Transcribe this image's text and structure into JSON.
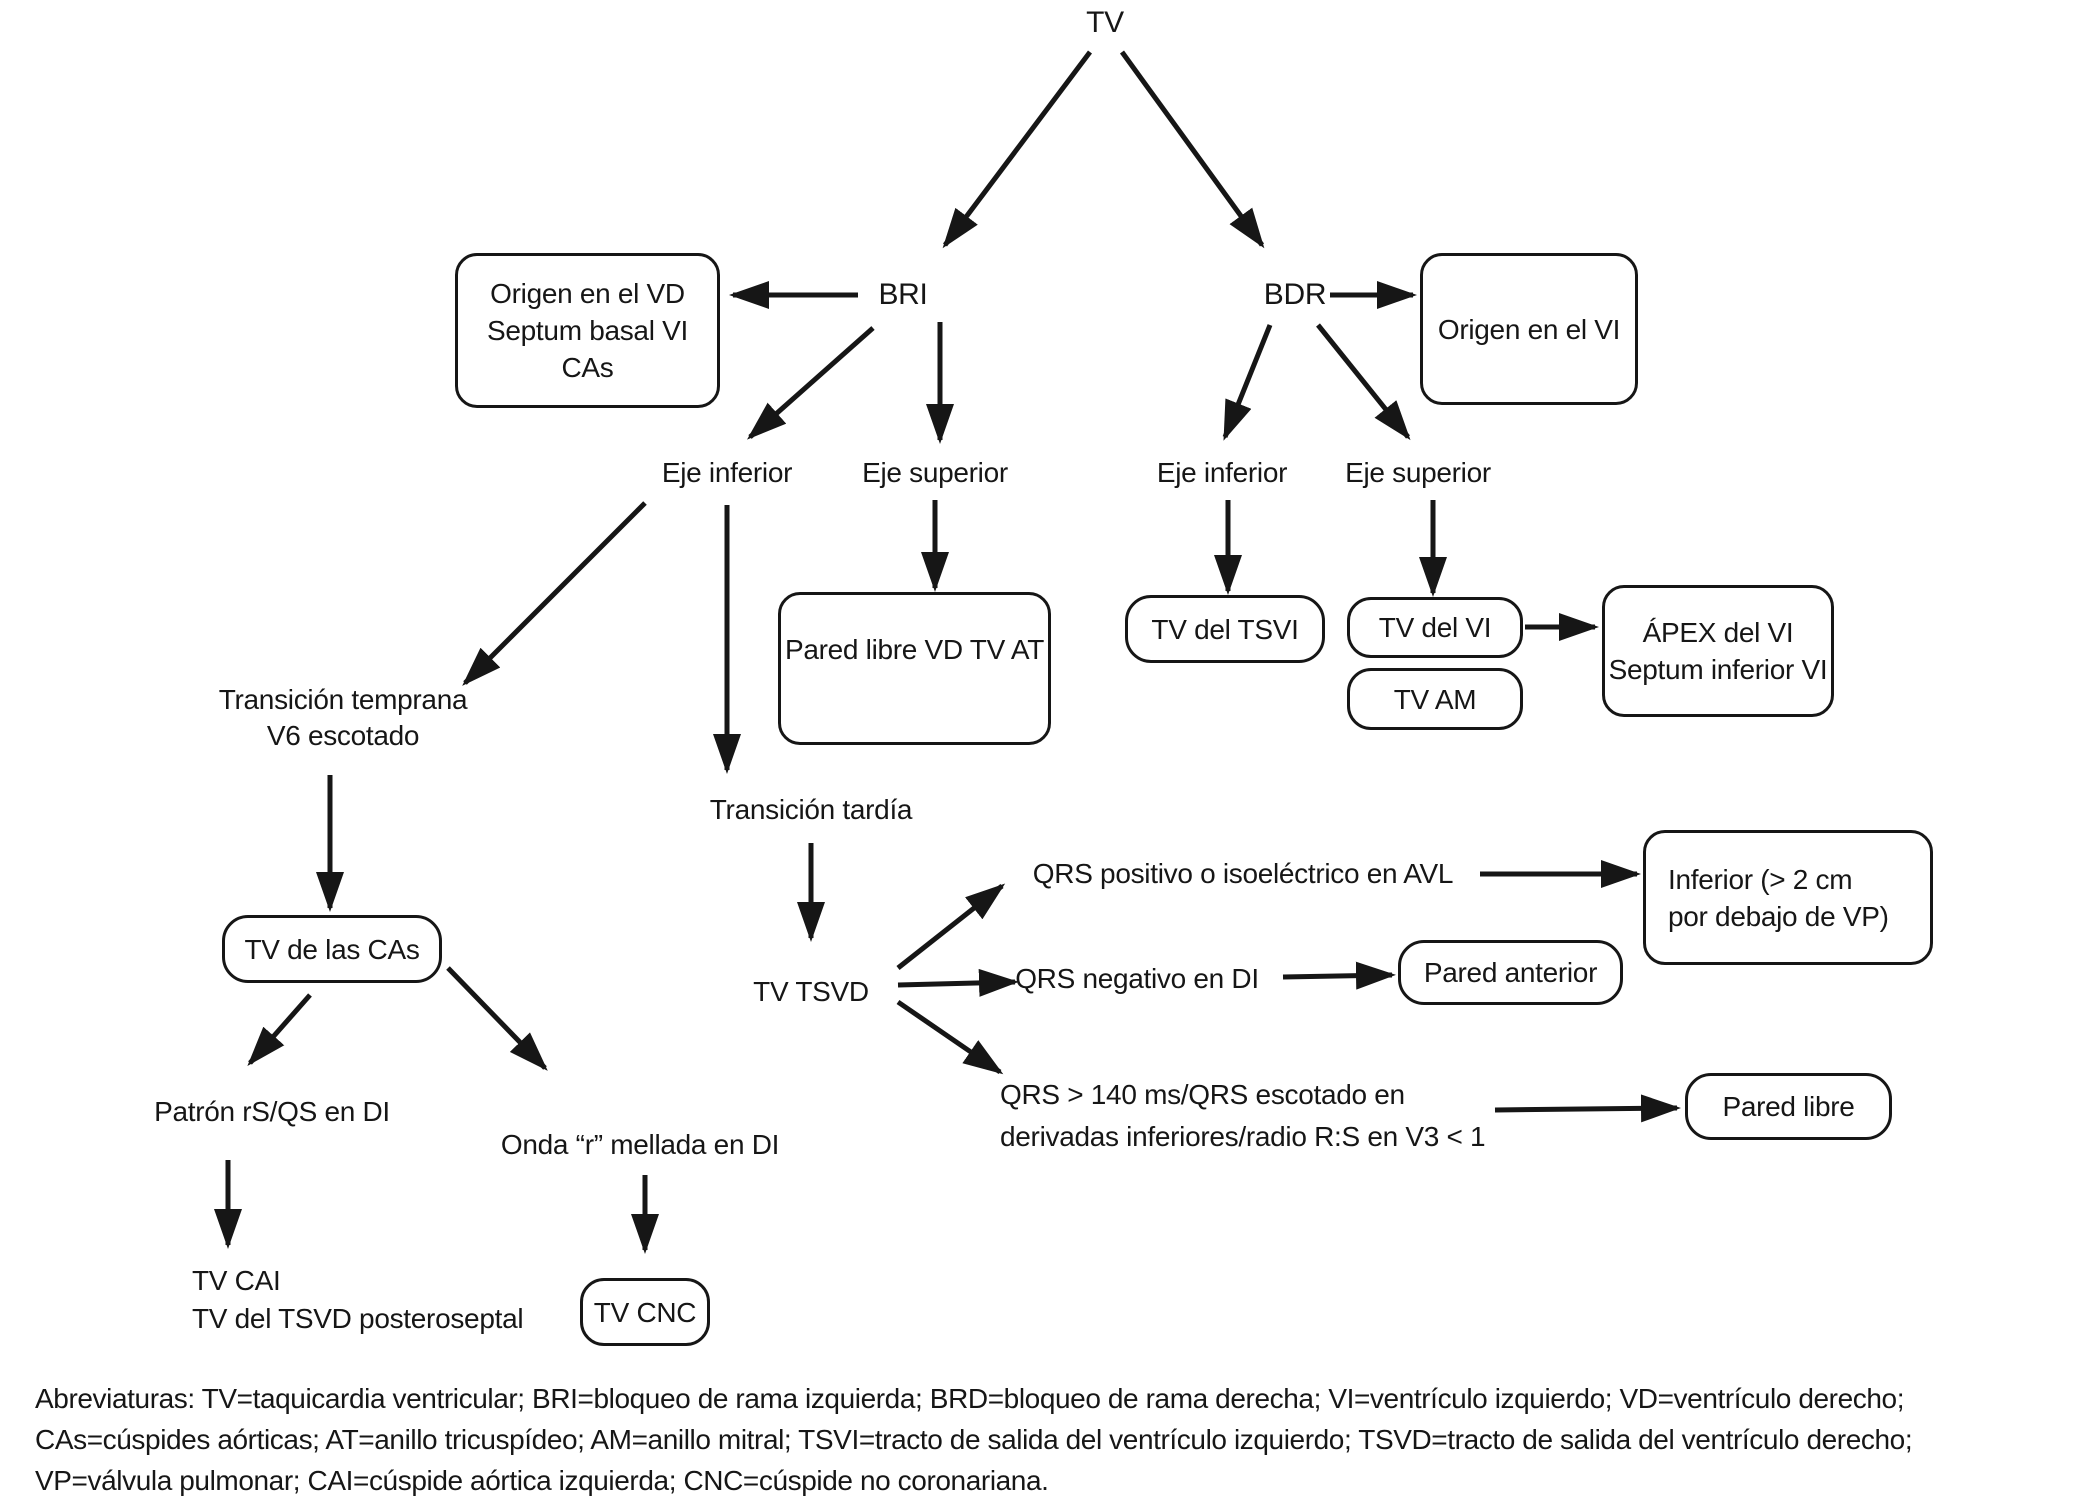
{
  "colors": {
    "ink": "#161616",
    "background": "#ffffff"
  },
  "diagram": {
    "root": "TV",
    "bri": "BRI",
    "bdr": "BDR",
    "eje_inferior_left": "Eje inferior",
    "eje_superior_left": "Eje superior",
    "eje_inferior_right": "Eje inferior",
    "eje_superior_right": "Eje superior",
    "origen_vd": {
      "line1": "Origen en el VD",
      "line2": "Septum basal VI",
      "line3": "CAs"
    },
    "origen_vi": "Origen en el VI",
    "pared_libre_vd_tv_at": "Pared libre VD TV AT",
    "tv_del_tsvi": "TV del TSVI",
    "tv_del_vi": "TV del VI",
    "tv_am": "TV AM",
    "apex_vi": {
      "line1": "ÁPEX del VI",
      "line2": "Septum inferior VI"
    },
    "transicion_temprana": {
      "line1": "Transición temprana",
      "line2": "V6 escotado"
    },
    "transicion_tardia": "Transición tardía",
    "tv_de_las_cas": "TV de las CAs",
    "tv_tsvd": "TV TSVD",
    "qrs_avl": "QRS positivo o isoeléctrico en AVL",
    "qrs_di": "QRS negativo en DI",
    "qrs_140": {
      "line1": "QRS > 140 ms/QRS escotado en",
      "line2": "derivadas inferiores/radio R:S en V3 < 1"
    },
    "inferior_vp": {
      "line1": "Inferior (> 2 cm",
      "line2": "por debajo de VP)"
    },
    "pared_anterior": "Pared anterior",
    "pared_libre": "Pared libre",
    "patron_rs_qs": "Patrón rS/QS en DI",
    "onda_r_mellada": "Onda “r” mellada en DI",
    "tv_cai": {
      "line1": "TV CAI",
      "line2": "TV del TSVD posteroseptal"
    },
    "tv_cnc": "TV CNC"
  },
  "footer": {
    "line1": "Abreviaturas: TV=taquicardia ventricular; BRI=bloqueo de rama izquierda; BRD=bloqueo de rama derecha; VI=ventrículo izquierdo; VD=ventrículo derecho;",
    "line2": "CAs=cúspides aórticas; AT=anillo tricuspídeo; AM=anillo mitral; TSVI=tracto de salida del ventrículo izquierdo; TSVD=tracto de salida del ventrículo derecho;",
    "line3": "VP=válvula pulmonar; CAI=cúspide aórtica izquierda; CNC=cúspide no coronariana."
  }
}
